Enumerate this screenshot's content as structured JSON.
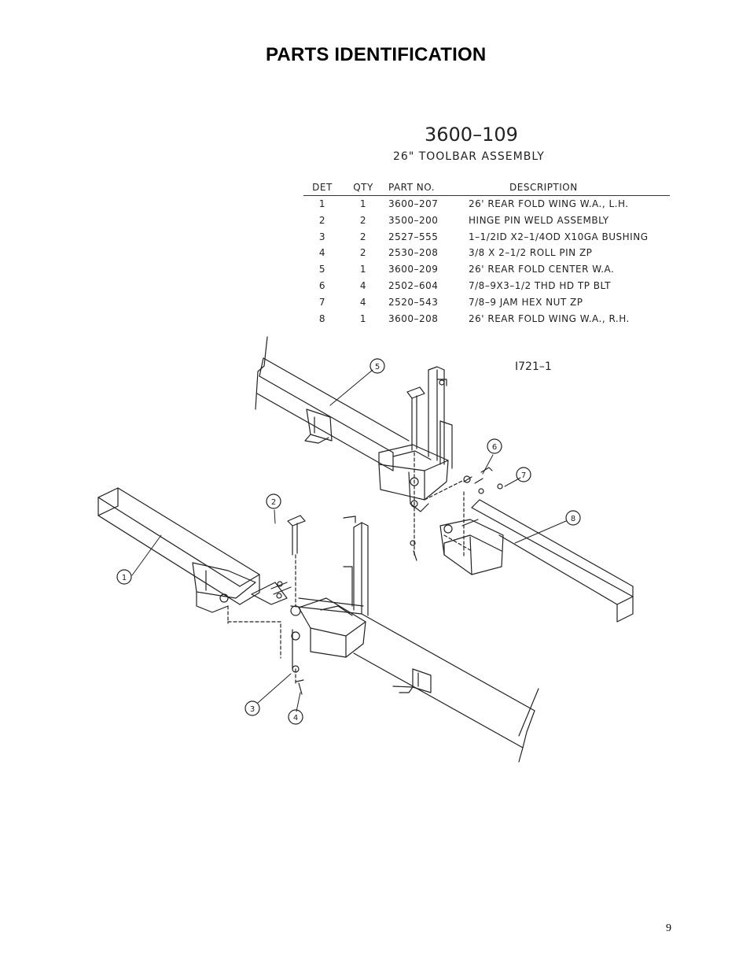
{
  "page": {
    "title": "PARTS IDENTIFICATION",
    "number": "9"
  },
  "drawing": {
    "number": "3600–109",
    "title": "26\" TOOLBAR ASSEMBLY",
    "figure_code": "I721–1"
  },
  "parts_table": {
    "headers": {
      "det": "DET",
      "qty": "QTY",
      "part": "PART NO.",
      "desc": "DESCRIPTION"
    },
    "rows": [
      {
        "det": "1",
        "qty": "1",
        "part": "3600–207",
        "desc": "26' REAR FOLD WING W.A., L.H."
      },
      {
        "det": "2",
        "qty": "2",
        "part": "3500–200",
        "desc": "HINGE PIN WELD ASSEMBLY"
      },
      {
        "det": "3",
        "qty": "2",
        "part": "2527–555",
        "desc": "1–1/2ID X2–1/4OD X10GA BUSHING"
      },
      {
        "det": "4",
        "qty": "2",
        "part": "2530–208",
        "desc": "3/8 X 2–1/2 ROLL PIN ZP"
      },
      {
        "det": "5",
        "qty": "1",
        "part": "3600–209",
        "desc": "26' REAR FOLD CENTER W.A."
      },
      {
        "det": "6",
        "qty": "4",
        "part": "2502–604",
        "desc": "7/8–9X3–1/2 THD HD TP BLT"
      },
      {
        "det": "7",
        "qty": "4",
        "part": "2520–543",
        "desc": "7/8–9 JAM HEX NUT  ZP"
      },
      {
        "det": "8",
        "qty": "1",
        "part": "3600–208",
        "desc": "26' REAR FOLD WING W.A., R.H."
      }
    ]
  },
  "callouts": [
    "1",
    "2",
    "3",
    "4",
    "5",
    "6",
    "7",
    "8"
  ]
}
